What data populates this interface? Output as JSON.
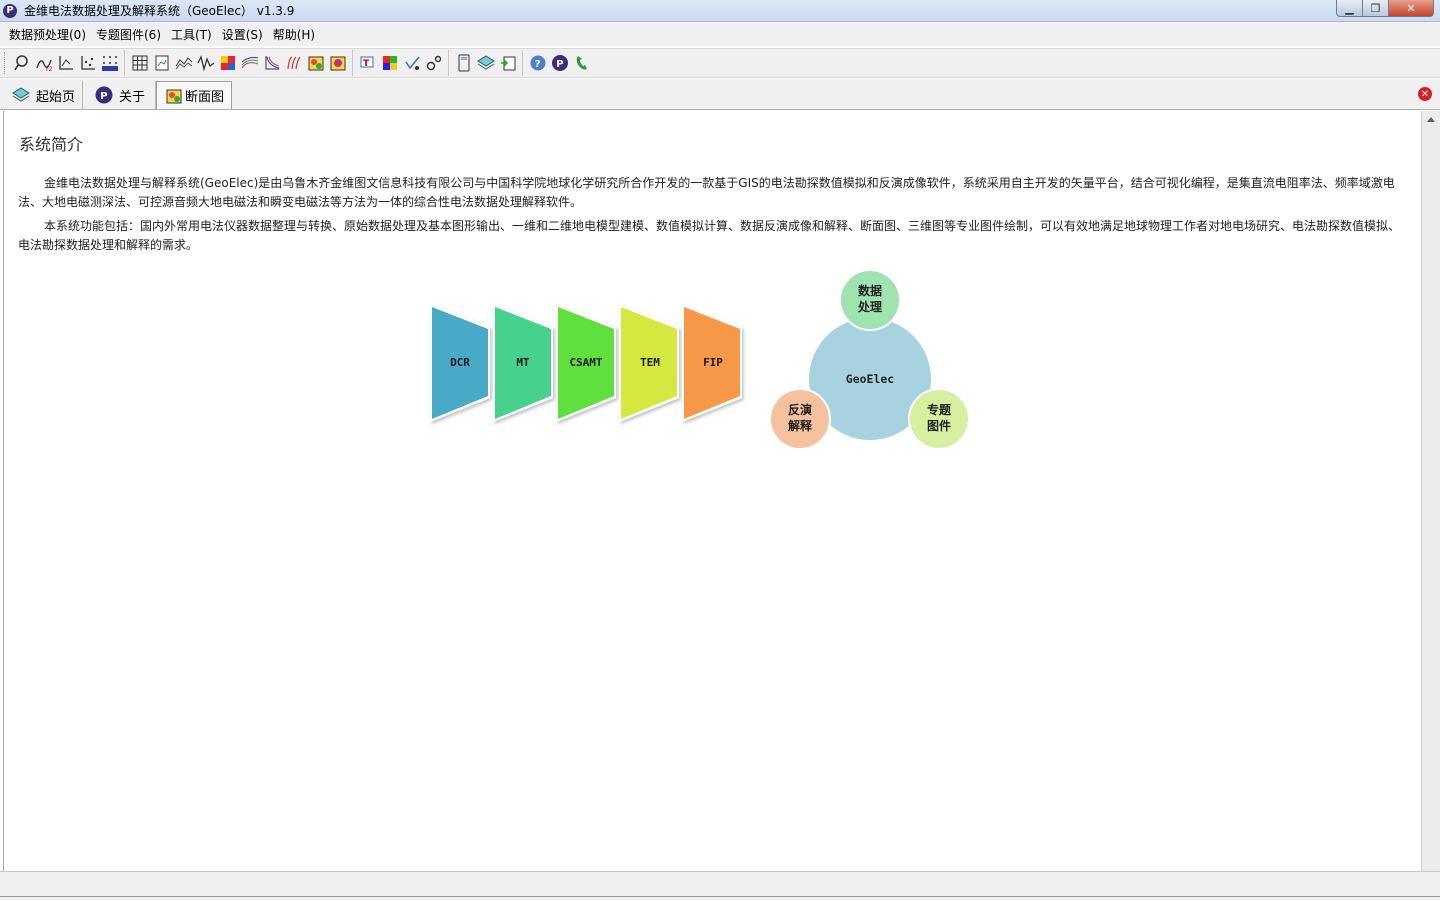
{
  "window": {
    "title": "金维电法数据处理及解释系统（GeoElec） v1.3.9",
    "app_icon_glyph": "P",
    "min_glyph": "▁",
    "max_glyph": "❐",
    "close_glyph": "✕"
  },
  "menu": {
    "items": [
      "数据预处理(0)",
      "专题图件(6)",
      "工具(T)",
      "设置(S)",
      "帮助(H)"
    ]
  },
  "tabs": {
    "items": [
      {
        "label": "起始页",
        "icon": "layers-icon"
      },
      {
        "label": "关于",
        "icon": "p-logo-icon"
      },
      {
        "label": "断面图",
        "icon": "section-map-icon"
      }
    ],
    "close_glyph": "✕"
  },
  "content": {
    "section_title": "系统简介",
    "paragraph1": "金维电法数据处理与解释系统(GeoElec)是由乌鲁木齐金维图文信息科技有限公司与中国科学院地球化学研究所合作开发的一款基于GIS的电法勘探数值模拟和反演成像软件，系统采用自主开发的矢量平台，结合可视化编程，是集直流电阻率法、频率域激电法、大地电磁测深法、可控源音频大地电磁法和瞬变电磁法等方法为一体的综合性电法数据处理解释软件。",
    "paragraph2": "本系统功能包括：国内外常用电法仪器数据整理与转换、原始数据处理及基本图形输出、一维和二维地电模型建模、数值模拟计算、数据反演成像和解释、断面图、三维图等专业图件绘制，可以有效地满足地球物理工作者对地电场研究、电法勘探数值模拟、电法勘探数据处理和解释的需求。"
  },
  "diagram": {
    "methods": [
      {
        "label": "DCR",
        "color": "#4aaac7"
      },
      {
        "label": "MT",
        "color": "#47d18e"
      },
      {
        "label": "CSAMT",
        "color": "#5fe03e"
      },
      {
        "label": "TEM",
        "color": "#d5e840"
      },
      {
        "label": "FIP",
        "color": "#f7984a"
      }
    ],
    "hub": {
      "label": "GeoElec",
      "color": "#a7d3e0"
    },
    "satellites": [
      {
        "line1": "数据",
        "line2": "处理",
        "color": "#9ee3b0"
      },
      {
        "line1": "反演",
        "line2": "解释",
        "color": "#f6c29e"
      },
      {
        "line1": "专题",
        "line2": "图件",
        "color": "#d6f0a0"
      }
    ]
  },
  "colors": {
    "titlebar": "#c9dbf0",
    "menubar": "#f0f0f0",
    "close_button": "#c7442a",
    "tab_close": "#d92020"
  }
}
